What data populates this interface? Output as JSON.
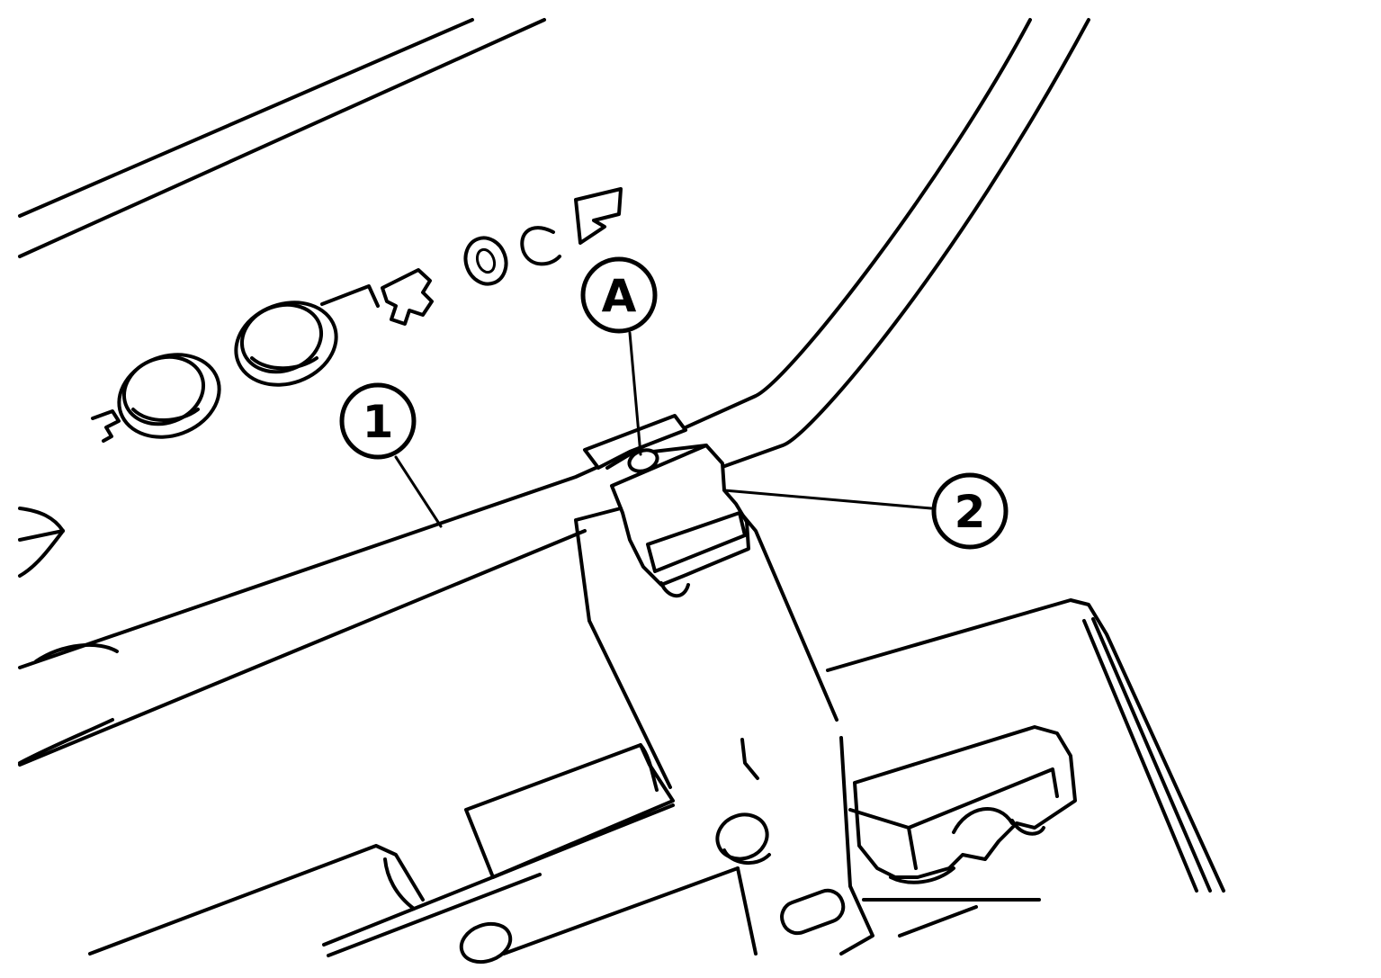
{
  "callouts": [
    {
      "id": "1",
      "label": "1"
    },
    {
      "id": "2",
      "label": "2"
    },
    {
      "id": "A",
      "label": "A"
    }
  ],
  "colors": {
    "stroke": "#000000",
    "background": "#ffffff"
  }
}
